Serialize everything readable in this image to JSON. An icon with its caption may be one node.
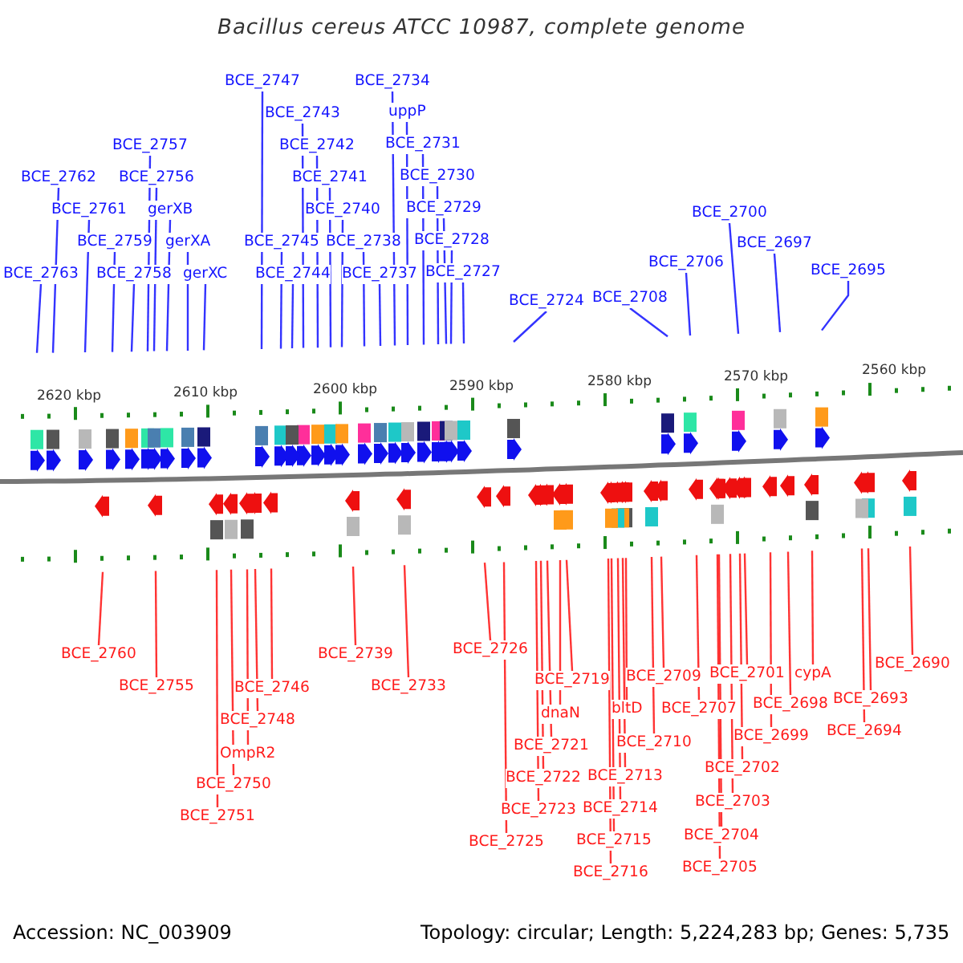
{
  "diagram": {
    "title": "Bacillus cereus ATCC 10987, complete genome",
    "nodes": [
      {
        "text": [
          "BCE_2747"
        ]
      },
      {
        "text": [
          "BCE_2734"
        ]
      },
      {
        "text": [
          "BCE_2743"
        ]
      },
      {
        "text": [
          "uppP"
        ]
      },
      {
        "text": [
          "BCE_2757"
        ]
      },
      {
        "text": [
          "BCE_2742"
        ]
      },
      {
        "text": [
          "BCE_2731"
        ]
      },
      {
        "text": [
          "BCE_2762"
        ]
      },
      {
        "text": [
          "BCE_2756"
        ]
      },
      {
        "text": [
          "BCE_2741"
        ]
      },
      {
        "text": [
          "BCE_2730"
        ]
      },
      {
        "text": [
          "BCE_2761"
        ]
      },
      {
        "text": [
          "gerXB"
        ]
      },
      {
        "text": [
          "BCE_2740"
        ]
      },
      {
        "text": [
          "BCE_2729"
        ]
      },
      {
        "text": [
          "BCE_2759"
        ]
      },
      {
        "text": [
          "gerXA"
        ]
      },
      {
        "text": [
          "BCE_2745"
        ]
      },
      {
        "text": [
          "BCE_2738"
        ]
      },
      {
        "text": [
          "BCE_2728"
        ]
      },
      {
        "text": [
          "BCE_2763"
        ]
      },
      {
        "text": [
          "BCE_2758"
        ]
      },
      {
        "text": [
          "gerXC"
        ]
      },
      {
        "text": [
          "BCE_2744"
        ]
      },
      {
        "text": [
          "BCE_2737"
        ]
      },
      {
        "text": [
          "BCE_2727"
        ]
      },
      {
        "text": [
          "BCE_2700"
        ]
      },
      {
        "text": [
          "BCE_2697"
        ]
      },
      {
        "text": [
          "BCE_2706"
        ]
      },
      {
        "text": [
          "BCE_2695"
        ]
      },
      {
        "text": [
          "BCE_2708"
        ]
      },
      {
        "text": [
          "BCE_2724"
        ]
      },
      {
        "text": [
          "BCE_2760"
        ]
      },
      {
        "text": [
          "BCE_2739"
        ]
      },
      {
        "text": [
          "BCE_2726"
        ]
      },
      {
        "text": [
          "BCE_2690"
        ]
      },
      {
        "text": [
          "BCE_2701"
        ]
      },
      {
        "text": [
          "cypA"
        ]
      },
      {
        "text": [
          "BCE_2709"
        ]
      },
      {
        "text": [
          "BCE_2719"
        ]
      },
      {
        "text": [
          "BCE_2755"
        ]
      },
      {
        "text": [
          "BCE_2733"
        ]
      },
      {
        "text": [
          "BCE_2746"
        ]
      },
      {
        "text": [
          "BCE_2693"
        ]
      },
      {
        "text": [
          "BCE_2698"
        ]
      },
      {
        "text": [
          "bltD"
        ]
      },
      {
        "text": [
          "BCE_2707"
        ]
      },
      {
        "text": [
          "dnaN"
        ]
      },
      {
        "text": [
          "BCE_2748"
        ]
      },
      {
        "text": [
          "BCE_2694"
        ]
      },
      {
        "text": [
          "BCE_2699"
        ]
      },
      {
        "text": [
          "BCE_2710"
        ]
      },
      {
        "text": [
          "BCE_2721"
        ]
      },
      {
        "text": [
          "OmpR2"
        ]
      },
      {
        "text": [
          "BCE_2702"
        ]
      },
      {
        "text": [
          "BCE_2713"
        ]
      },
      {
        "text": [
          "BCE_2722"
        ]
      },
      {
        "text": [
          "BCE_2750"
        ]
      },
      {
        "text": [
          "BCE_2703"
        ]
      },
      {
        "text": [
          "BCE_2714"
        ]
      },
      {
        "text": [
          "BCE_2723"
        ]
      },
      {
        "text": [
          "BCE_2751"
        ]
      },
      {
        "text": [
          "BCE_2704"
        ]
      },
      {
        "text": [
          "BCE_2715"
        ]
      },
      {
        "text": [
          "BCE_2725"
        ]
      },
      {
        "text": [
          "BCE_2705"
        ]
      },
      {
        "text": [
          "BCE_2716"
        ]
      }
    ],
    "edges": [
      {
        "from": 0,
        "to": null,
        "arrow": "none",
        "color": "#3333ff"
      },
      {
        "from": 1,
        "to": null,
        "arrow": "none",
        "color": "#3333ff"
      },
      {
        "from": 2,
        "to": null,
        "arrow": "none",
        "color": "#3333ff"
      },
      {
        "from": 3,
        "to": null,
        "arrow": "none",
        "color": "#3333ff"
      },
      {
        "from": 4,
        "to": null,
        "arrow": "none",
        "color": "#3333ff"
      },
      {
        "from": 5,
        "to": null,
        "arrow": "none",
        "color": "#3333ff"
      },
      {
        "from": 6,
        "to": null,
        "arrow": "none",
        "color": "#3333ff"
      },
      {
        "from": 7,
        "to": null,
        "arrow": "none",
        "color": "#3333ff"
      },
      {
        "from": 8,
        "to": null,
        "arrow": "none",
        "color": "#3333ff"
      },
      {
        "from": 9,
        "to": null,
        "arrow": "none",
        "color": "#3333ff"
      },
      {
        "from": 10,
        "to": null,
        "arrow": "none",
        "color": "#3333ff"
      },
      {
        "from": 11,
        "to": null,
        "arrow": "none",
        "color": "#3333ff"
      },
      {
        "from": 12,
        "to": null,
        "arrow": "none",
        "color": "#3333ff"
      },
      {
        "from": 13,
        "to": null,
        "arrow": "none",
        "color": "#3333ff"
      },
      {
        "from": 14,
        "to": null,
        "arrow": "none",
        "color": "#3333ff"
      },
      {
        "from": 15,
        "to": null,
        "arrow": "none",
        "color": "#3333ff"
      },
      {
        "from": 16,
        "to": null,
        "arrow": "none",
        "color": "#3333ff"
      },
      {
        "from": 17,
        "to": null,
        "arrow": "none",
        "color": "#3333ff"
      },
      {
        "from": 18,
        "to": null,
        "arrow": "none",
        "color": "#3333ff"
      },
      {
        "from": 19,
        "to": null,
        "arrow": "none",
        "color": "#3333ff"
      },
      {
        "from": 20,
        "to": null,
        "arrow": "none",
        "color": "#3333ff"
      },
      {
        "from": 21,
        "to": null,
        "arrow": "none",
        "color": "#3333ff"
      },
      {
        "from": 22,
        "to": null,
        "arrow": "none",
        "color": "#3333ff"
      },
      {
        "from": 23,
        "to": null,
        "arrow": "none",
        "color": "#3333ff"
      },
      {
        "from": 24,
        "to": null,
        "arrow": "none",
        "color": "#3333ff"
      },
      {
        "from": 25,
        "to": null,
        "arrow": "none",
        "color": "#3333ff"
      },
      {
        "from": 26,
        "to": null,
        "arrow": "none",
        "color": "#3333ff"
      },
      {
        "from": 27,
        "to": null,
        "arrow": "none",
        "color": "#3333ff"
      },
      {
        "from": 28,
        "to": null,
        "arrow": "none",
        "color": "#3333ff"
      },
      {
        "from": 29,
        "to": null,
        "arrow": "none",
        "color": "#3333ff"
      },
      {
        "from": 30,
        "to": null,
        "arrow": "none",
        "color": "#3333ff"
      },
      {
        "from": 31,
        "to": null,
        "arrow": "none",
        "color": "#3333ff"
      },
      {
        "from": 32,
        "to": null,
        "arrow": "none",
        "color": "#ff3333"
      },
      {
        "from": 33,
        "to": null,
        "arrow": "none",
        "color": "#ff3333"
      },
      {
        "from": 34,
        "to": null,
        "arrow": "none",
        "color": "#ff3333"
      },
      {
        "from": 35,
        "to": null,
        "arrow": "none",
        "color": "#ff3333"
      },
      {
        "from": 36,
        "to": null,
        "arrow": "none",
        "color": "#ff3333"
      },
      {
        "from": 37,
        "to": null,
        "arrow": "none",
        "color": "#ff3333"
      },
      {
        "from": 38,
        "to": null,
        "arrow": "none",
        "color": "#ff3333"
      },
      {
        "from": 39,
        "to": null,
        "arrow": "none",
        "color": "#ff3333"
      },
      {
        "from": 40,
        "to": null,
        "arrow": "none",
        "color": "#ff3333"
      },
      {
        "from": 41,
        "to": null,
        "arrow": "none",
        "color": "#ff3333"
      },
      {
        "from": 42,
        "to": null,
        "arrow": "none",
        "color": "#ff3333"
      },
      {
        "from": 43,
        "to": null,
        "arrow": "none",
        "color": "#ff3333"
      },
      {
        "from": 44,
        "to": null,
        "arrow": "none",
        "color": "#ff3333"
      },
      {
        "from": 45,
        "to": null,
        "arrow": "none",
        "color": "#ff3333"
      },
      {
        "from": 46,
        "to": null,
        "arrow": "none",
        "color": "#ff3333"
      },
      {
        "from": 47,
        "to": null,
        "arrow": "none",
        "color": "#ff3333"
      },
      {
        "from": 48,
        "to": null,
        "arrow": "none",
        "color": "#ff3333"
      },
      {
        "from": 49,
        "to": null,
        "arrow": "none",
        "color": "#ff3333"
      },
      {
        "from": 50,
        "to": null,
        "arrow": "none",
        "color": "#ff3333"
      },
      {
        "from": 51,
        "to": null,
        "arrow": "none",
        "color": "#ff3333"
      },
      {
        "from": 52,
        "to": null,
        "arrow": "none",
        "color": "#ff3333"
      },
      {
        "from": 53,
        "to": null,
        "arrow": "none",
        "color": "#ff3333"
      },
      {
        "from": 54,
        "to": null,
        "arrow": "none",
        "color": "#ff3333"
      },
      {
        "from": 55,
        "to": null,
        "arrow": "none",
        "color": "#ff3333"
      },
      {
        "from": 56,
        "to": null,
        "arrow": "none",
        "color": "#ff3333"
      },
      {
        "from": 57,
        "to": null,
        "arrow": "none",
        "color": "#ff3333"
      },
      {
        "from": 58,
        "to": null,
        "arrow": "none",
        "color": "#ff3333"
      },
      {
        "from": 59,
        "to": null,
        "arrow": "none",
        "color": "#ff3333"
      },
      {
        "from": 60,
        "to": null,
        "arrow": "none",
        "color": "#ff3333"
      },
      {
        "from": 61,
        "to": null,
        "arrow": "none",
        "color": "#ff3333"
      },
      {
        "from": 62,
        "to": null,
        "arrow": "none",
        "color": "#ff3333"
      },
      {
        "from": 63,
        "to": null,
        "arrow": "none",
        "color": "#ff3333"
      },
      {
        "from": 64,
        "to": null,
        "arrow": "none",
        "color": "#ff3333"
      },
      {
        "from": 65,
        "to": null,
        "arrow": "none",
        "color": "#ff3333"
      },
      {
        "from": 66,
        "to": null,
        "arrow": "none",
        "color": "#ff3333"
      }
    ],
    "labels": [
      "2620 kbp",
      "2610 kbp",
      "2600 kbp",
      "2590 kbp",
      "2580 kbp",
      "2570 kbp",
      "2560 kbp",
      "Accession: NC_003909",
      "Topology: circular; Length: 5,224,283 bp; Genes: 5,735"
    ]
  }
}
